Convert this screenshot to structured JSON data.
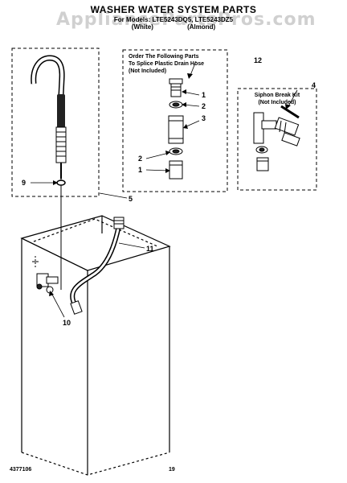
{
  "header": {
    "title": "WASHER WATER SYSTEM PARTS",
    "subtitle": "For Models: LTE5243DQ5, LTE5243DZ5",
    "colors": "(White) (Almond)"
  },
  "watermark": "AppliancePartsPros.com",
  "notes": {
    "splice": [
      "Order The Following Parts",
      "To Splice Plastic Drain Hose",
      "(Not Included)"
    ],
    "siphon": [
      "Siphon Break Kit",
      "(Not Included)"
    ]
  },
  "callouts": {
    "c1a": "1",
    "c1b": "1",
    "c2a": "2",
    "c2b": "2",
    "c3": "3",
    "c4": "4",
    "c5": "5",
    "c9": "9",
    "c10": "10",
    "c11": "11",
    "c12": "12"
  },
  "footer": {
    "doc_number": "4377106",
    "page": "19"
  }
}
